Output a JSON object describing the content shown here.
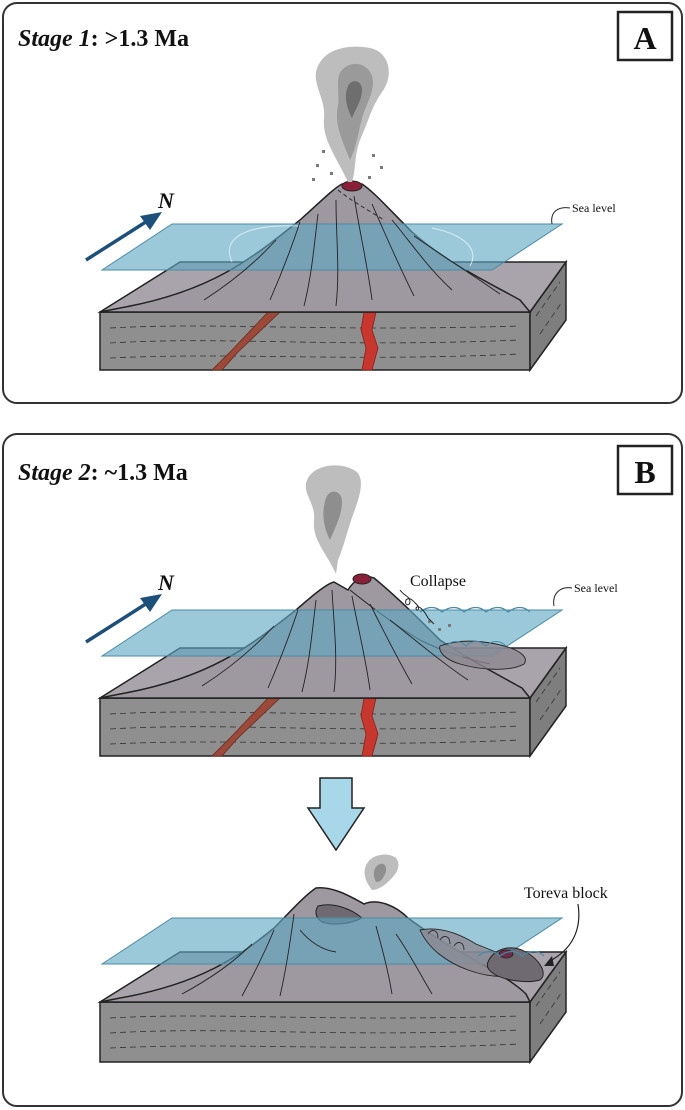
{
  "panels": [
    {
      "letter": "A",
      "stage_label": "Stage 1",
      "stage_age": ": >1.3 Ma",
      "north_label": "N",
      "sea_level_label": "Sea level"
    },
    {
      "letter": "B",
      "stage_label": "Stage 2",
      "stage_age": ": ~1.3 Ma",
      "north_label": "N",
      "sea_level_label": "Sea level",
      "collapse_label": "Collapse",
      "toreva_label": "Toreva block"
    }
  ],
  "colors": {
    "sea": "#5fa8c2",
    "block_top": "#a9a4ab",
    "block_side": "#8f8f8f",
    "cone": "#9e98a0",
    "magma": "#c7372d",
    "crater": "#8a1f3a",
    "north_arrow": "#1c4f7a",
    "down_arrow": "#a8d7ea",
    "plume": "#b8b8b8"
  },
  "icons": [
    "north-arrow-icon",
    "down-arrow-icon"
  ]
}
